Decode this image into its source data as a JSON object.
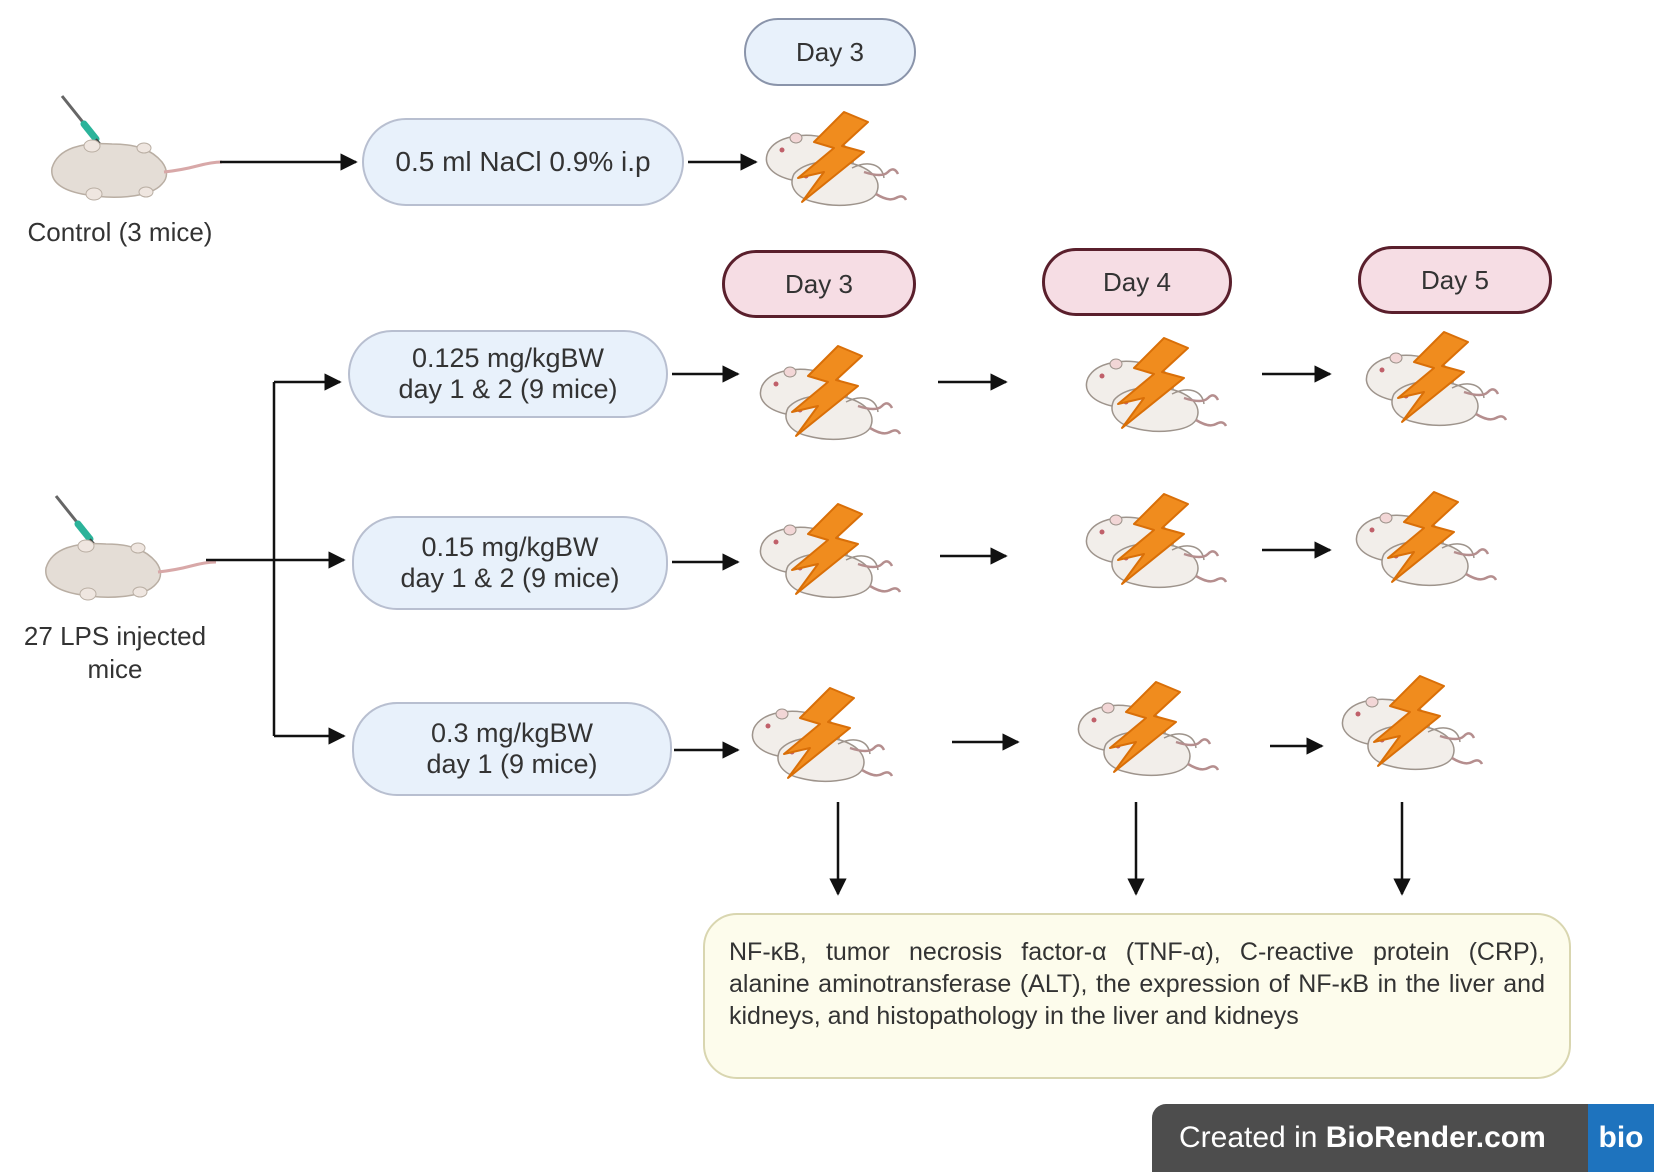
{
  "control": {
    "label": "Control (3 mice)",
    "treatment": "0.5 ml NaCl 0.9% i.p",
    "day": "Day 3"
  },
  "lps": {
    "label_line1": "27 LPS injected",
    "label_line2": "mice",
    "days": [
      "Day 3",
      "Day 4",
      "Day 5"
    ],
    "groups": [
      {
        "line1": "0.125 mg/kgBW",
        "line2": "day 1 & 2 (9 mice)"
      },
      {
        "line1": "0.15 mg/kgBW",
        "line2": "day 1 & 2 (9 mice)"
      },
      {
        "line1": "0.3 mg/kgBW",
        "line2": "day 1 (9 mice)"
      }
    ]
  },
  "outcome": {
    "text": "NF-κB, tumor necrosis factor-α (TNF-α), C-reactive protein (CRP), alanine aminotransferase (ALT), the expression of NF-κB in the liver and kidneys, and histopathology in the liver and kidneys"
  },
  "watermark": {
    "text_prefix": "Created in ",
    "text_brand": "BioRender.com",
    "logo": "bio"
  },
  "icons": {
    "injected_mouse": "mouse-syringe-icon",
    "sacrificed_mice": "mice-lightning-icon"
  },
  "colors": {
    "box_fill": "#e8f1fb",
    "box_border": "#b8bfd0",
    "day_pink_fill": "#f6dde4",
    "day_pink_border": "#5a1f2c",
    "lightning": "#f08c1e",
    "outcome_fill": "#fdfcec"
  }
}
